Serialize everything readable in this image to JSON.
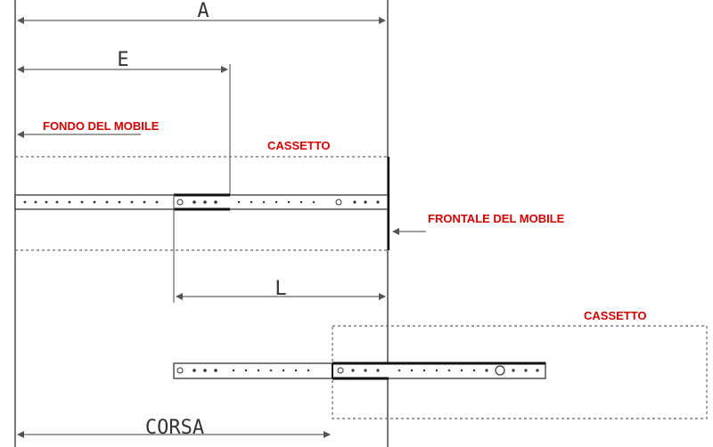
{
  "dimensions": {
    "a": "A",
    "e": "E",
    "l": "L",
    "corsa": "CORSA"
  },
  "labels": {
    "fondo_mobile": "FONDO DEL MOBILE",
    "cassetto_closed": "CASSETTO",
    "frontale_mobile": "FRONTALE DEL MOBILE",
    "cassetto_open": "CASSETTO"
  },
  "colors": {
    "label": "#d40000",
    "lines": "#555555"
  }
}
